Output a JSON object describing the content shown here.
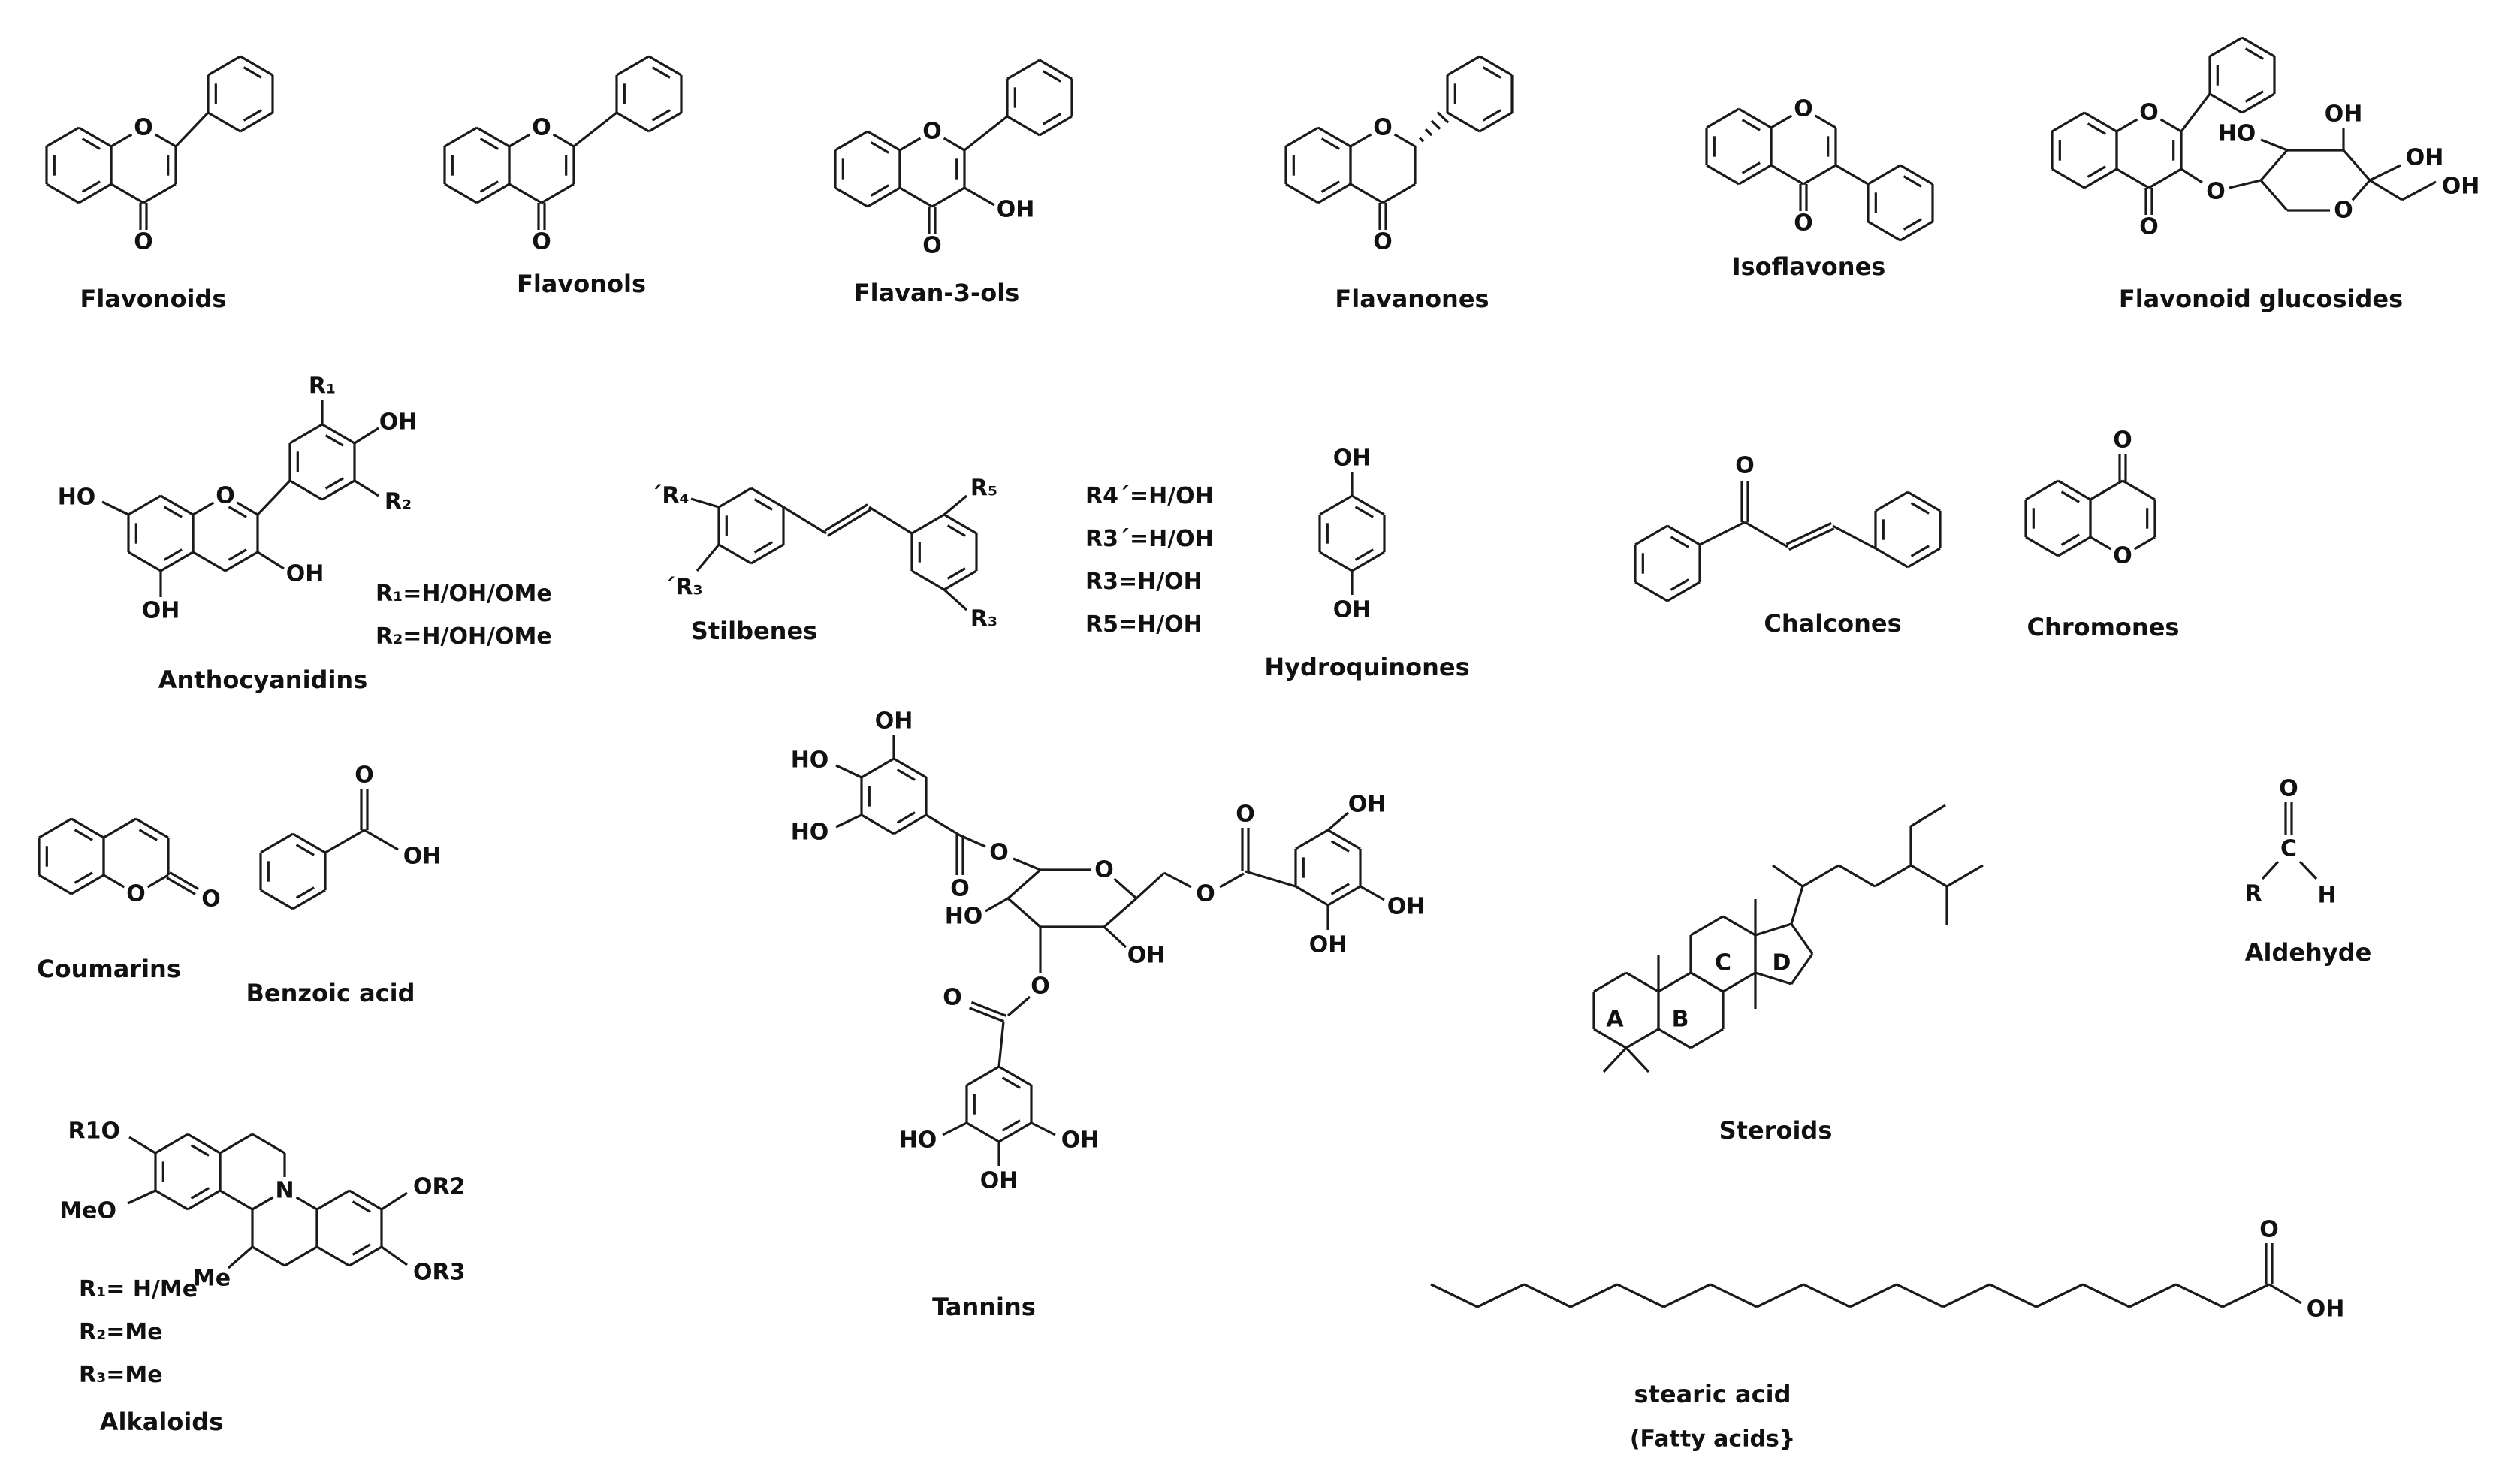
{
  "canvas": {
    "background": "#ffffff",
    "line_color": "#1a1a1a"
  },
  "structures": {
    "flavonoids": {
      "caption": "Flavonoids",
      "atoms": [
        "O",
        "O"
      ]
    },
    "flavonols": {
      "caption": "Flavonols",
      "atoms": [
        "O",
        "O"
      ]
    },
    "flavan_3_ols": {
      "caption": "Flavan-3-ols",
      "atoms": [
        "O",
        "O",
        "OH"
      ]
    },
    "flavanones": {
      "caption": "Flavanones",
      "atoms": [
        "O",
        "O"
      ]
    },
    "isoflavones": {
      "caption": "Isoflavones",
      "atoms": [
        "O",
        "O"
      ]
    },
    "flavonoid_glucosides": {
      "caption": "Flavonoid glucosides",
      "atoms": [
        "O",
        "O",
        "O",
        "O",
        "OH",
        "HO",
        "OH",
        "OH"
      ]
    },
    "anthocyanidins": {
      "caption": "Anthocyanidins",
      "atoms": [
        "O",
        "HO",
        "OH",
        "OH",
        "R₁",
        "OH",
        "R₂"
      ],
      "notes": [
        "R₁=H/OH/OMe",
        "R₂=H/OH/OMe"
      ]
    },
    "stilbenes": {
      "caption": "Stilbenes",
      "atoms": [
        "´R₄",
        "´R₃",
        "R₅",
        "R₃"
      ],
      "notes": [
        "R4´=H/OH",
        "R3´=H/OH",
        "R3=H/OH",
        "R5=H/OH"
      ]
    },
    "hydroquinones": {
      "caption": "Hydroquinones",
      "atoms": [
        "OH",
        "OH"
      ]
    },
    "chalcones": {
      "caption": "Chalcones",
      "atoms": [
        "O"
      ]
    },
    "chromones": {
      "caption": "Chromones",
      "atoms": [
        "O",
        "O"
      ]
    },
    "coumarins": {
      "caption": "Coumarins",
      "atoms": [
        "O",
        "O"
      ]
    },
    "benzoic_acid": {
      "caption": "Benzoic acid",
      "atoms": [
        "O",
        "OH"
      ]
    },
    "tannins": {
      "caption": "Tannins",
      "atoms": [
        "OH",
        "HO",
        "HO",
        "O",
        "O",
        "O",
        "HO",
        "OH",
        "O",
        "O",
        "HO",
        "OH",
        "OH",
        "O",
        "O",
        "OH",
        "OH",
        "OH"
      ]
    },
    "steroids": {
      "caption": "Steroids",
      "atoms": [
        "A",
        "B",
        "C",
        "D"
      ]
    },
    "aldehyde": {
      "caption": "Aldehyde",
      "atoms": [
        "O",
        "C",
        "R",
        "H"
      ]
    },
    "alkaloids": {
      "caption": "Alkaloids",
      "atoms": [
        "R1O",
        "MeO",
        "N",
        "Me",
        "OR2",
        "OR3"
      ],
      "notes": [
        "R₁= H/Me",
        "R₂=Me",
        "R₃=Me"
      ]
    },
    "stearic_acid": {
      "caption": "stearic acid",
      "subtitle": "(Fatty acids}",
      "atoms": [
        "O",
        "OH"
      ]
    }
  }
}
